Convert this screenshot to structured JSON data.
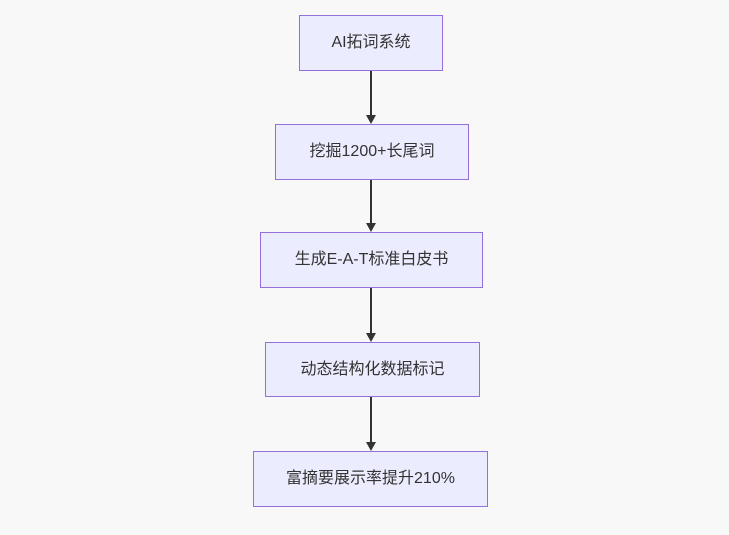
{
  "flowchart": {
    "type": "vertical-flow",
    "background_color": "#f8f8f8",
    "node_fill_color": "#ececff",
    "node_border_color": "#9370db",
    "node_text_color": "#333333",
    "arrow_color": "#333333",
    "nodes": [
      {
        "label": "AI拓词系统"
      },
      {
        "label": "挖掘1200+长尾词"
      },
      {
        "label": "生成E-A-T标准白皮书"
      },
      {
        "label": "动态结构化数据标记"
      },
      {
        "label": "富摘要展示率提升210%"
      }
    ],
    "edges": [
      {
        "from": "AI拓词系统",
        "to": "挖掘1200+长尾词"
      },
      {
        "from": "挖掘1200+长尾词",
        "to": "生成E-A-T标准白皮书"
      },
      {
        "from": "生成E-A-T标准白皮书",
        "to": "动态结构化数据标记"
      },
      {
        "from": "动态结构化数据标记",
        "to": "富摘要展示率提升210%"
      }
    ]
  }
}
